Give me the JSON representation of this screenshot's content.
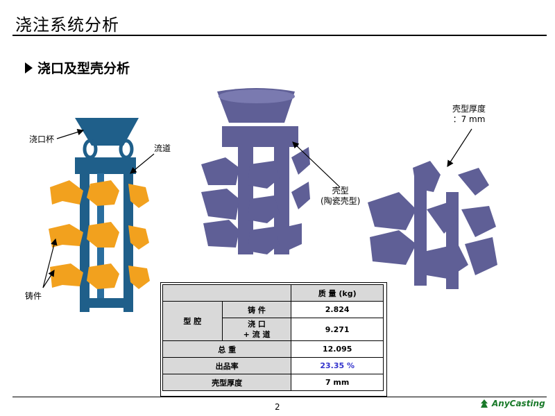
{
  "slide": {
    "title": "浇注系统分析",
    "page_number": "2"
  },
  "section": {
    "title": "浇口及型壳分析"
  },
  "labels": {
    "sprue_cup": "浇口杯",
    "runner": "流道",
    "castings": "铸件",
    "shell_line1": "壳型",
    "shell_line2": "(陶瓷壳型)",
    "shell_thickness_line1": "壳型厚度",
    "shell_thickness_line2": "：7 mm"
  },
  "table": {
    "header_value": "质 量 (kg)",
    "cavity_label": "型 腔",
    "casting_label": "铸 件",
    "casting_value": "2.824",
    "gate_label_line1": "浇 口",
    "gate_label_line2": "+ 流 道",
    "gate_value": "9.271",
    "total_label": "总 重",
    "total_value": "12.095",
    "yield_label": "出品率",
    "yield_value": "23.35 %",
    "shell_label": "壳型厚度",
    "shell_value": "7 mm"
  },
  "logo": {
    "text": "AnyCasting"
  },
  "colors": {
    "sprue_blue": "#1f5f8a",
    "casting_orange": "#f2a11e",
    "shell_purple": "#5f5f96",
    "yield_blue": "#3333cc"
  }
}
